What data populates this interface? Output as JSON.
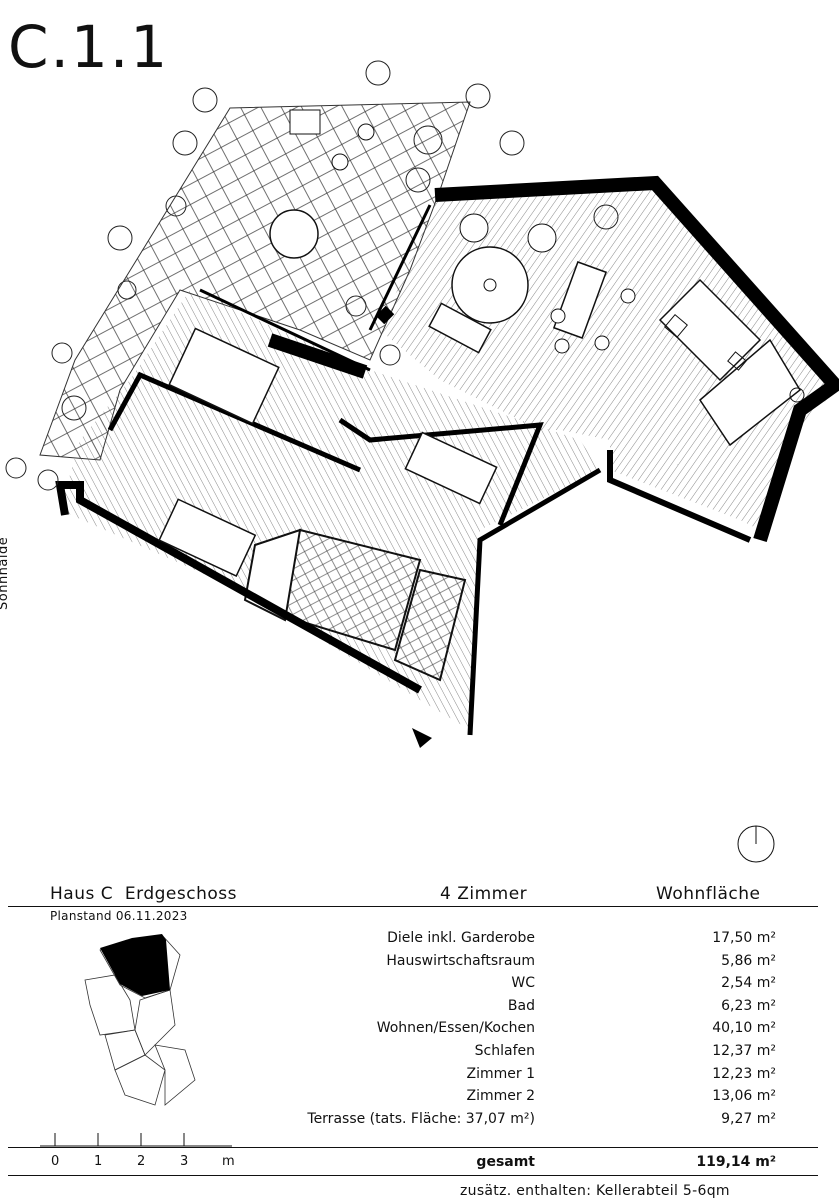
{
  "title": "C.1.1",
  "street_label": "Sonnhalde",
  "header": {
    "building": "Haus C",
    "floor": "Erdgeschoss",
    "rooms_count": "4 Zimmer",
    "area_heading": "Wohnfläche",
    "plan_date": "Planstand 06.11.2023"
  },
  "rooms": [
    {
      "name": "Diele inkl. Garderobe",
      "area": "17,50 m²"
    },
    {
      "name": "Hauswirtschaftsraum",
      "area": "5,86 m²"
    },
    {
      "name": "WC",
      "area": "2,54 m²"
    },
    {
      "name": "Bad",
      "area": "6,23 m²"
    },
    {
      "name": "Wohnen/Essen/Kochen",
      "area": "40,10 m²"
    },
    {
      "name": "Schlafen",
      "area": "12,37 m²"
    },
    {
      "name": "Zimmer 1",
      "area": "12,23 m²"
    },
    {
      "name": "Zimmer 2",
      "area": "13,06 m²"
    },
    {
      "name": "Terrasse (tats. Fläche: 37,07 m²)",
      "area": "9,27 m²"
    }
  ],
  "total": {
    "label": "gesamt",
    "value": "119,14 m²"
  },
  "extra": "zusätz. enthalten:  Kellerabteil 5-6qm",
  "scale": {
    "ticks": [
      "0",
      "1",
      "2",
      "3"
    ],
    "unit": "m"
  }
}
